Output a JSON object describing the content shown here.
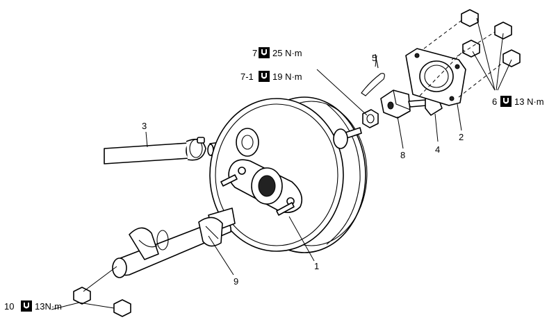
{
  "callouts": {
    "nut_7": {
      "number": "7",
      "torque": "25 N·m"
    },
    "nut_7_1": {
      "number": "7-1",
      "torque": "19 N·m"
    },
    "nut_6": {
      "number": "6",
      "torque": "13 N·m"
    },
    "nut_10": {
      "number": "10",
      "torque": "13N·m"
    }
  },
  "part_numbers": {
    "booster": "1",
    "gasket": "2",
    "hose": "3",
    "pin": "4",
    "clip": "5",
    "clevis": "8",
    "cylinder": "9"
  },
  "icons": {
    "torque": "torque-wrench-icon"
  }
}
